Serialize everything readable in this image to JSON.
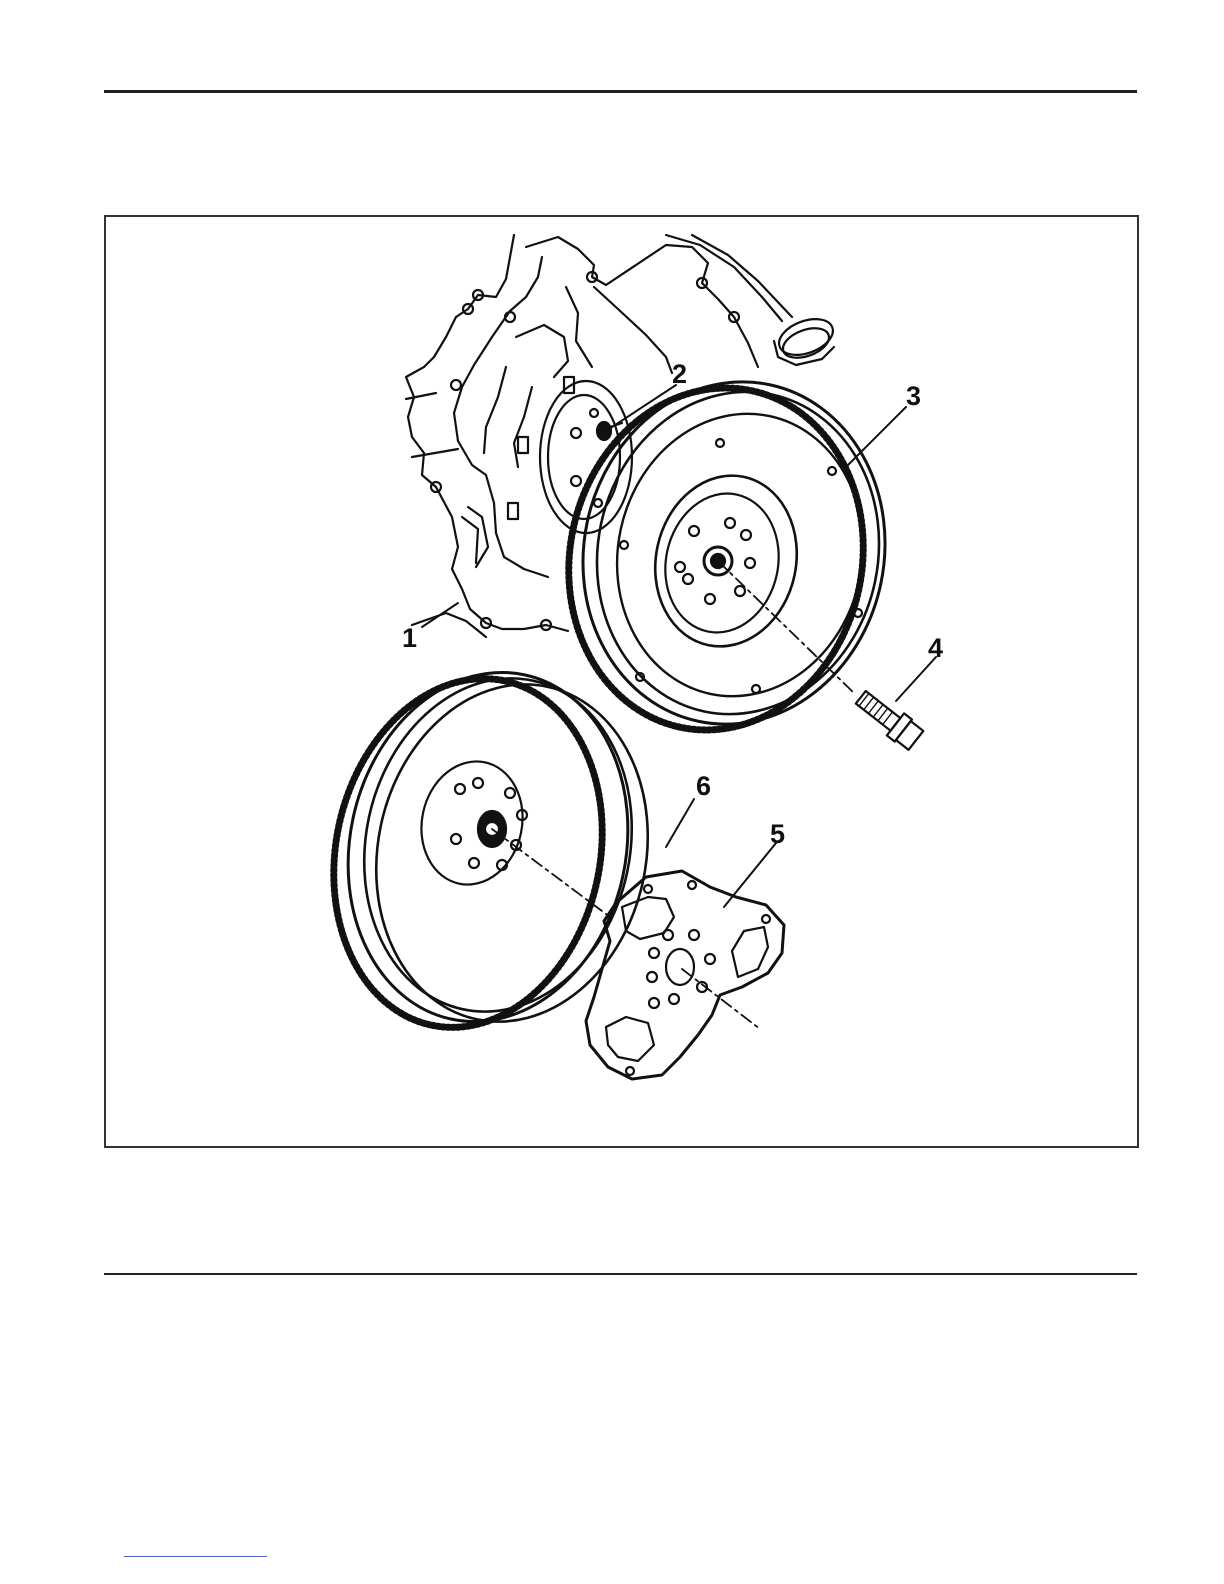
{
  "figure": {
    "callouts": [
      "1",
      "2",
      "3",
      "4",
      "5",
      "6"
    ]
  },
  "colors": {
    "ink": "#111111",
    "frame": "#333333",
    "footer_link_line": "#4a5fc9"
  }
}
